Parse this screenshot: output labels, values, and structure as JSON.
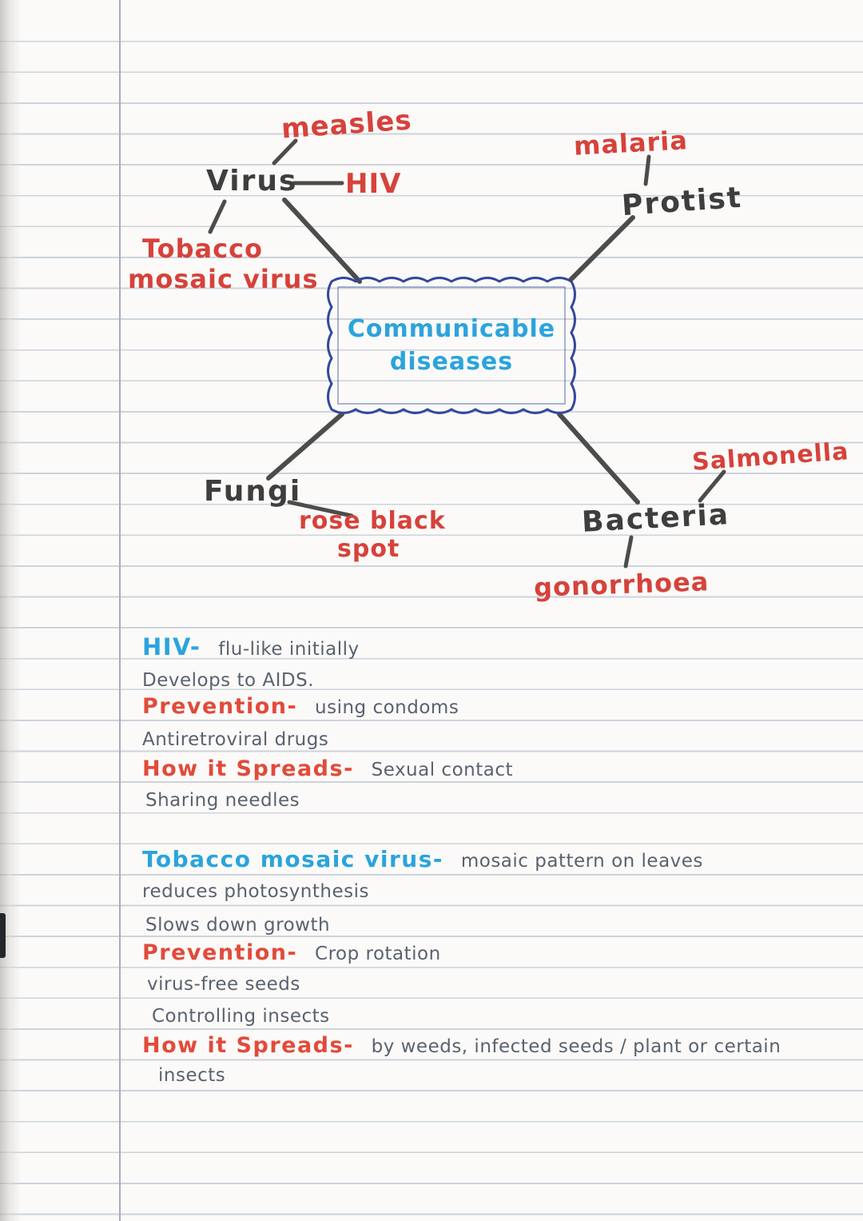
{
  "colors": {
    "marker_black": "#3f3e3e",
    "marker_red": "#d6423b",
    "marker_blue": "#2ba4dc",
    "pencil_grey": "#5a6270",
    "box_border_blue": "#33489c"
  },
  "mindmap": {
    "center": {
      "line1": "Communicable",
      "line2": "diseases"
    },
    "nodes": {
      "virus": "Virus",
      "protist": "Protist",
      "fungi": "Fungi",
      "bacteria": "Bacteria"
    },
    "examples": {
      "measles": "measles",
      "hiv": "HIV",
      "tmv_line1": "Tobacco",
      "tmv_line2": "mosaic virus",
      "malaria": "malaria",
      "rose_line1": "rose black",
      "rose_line2": "spot",
      "salmonella": "Salmonella",
      "gonorrhoea": "gonorrhoea"
    }
  },
  "notes": {
    "hiv": {
      "heading": "HIV-",
      "heading_desc": "flu-like initially",
      "line2": "Develops to AIDS.",
      "prevention_label": "Prevention-",
      "prevention_desc": "using condoms",
      "line4": "Antiretroviral drugs",
      "spread_label": "How it Spreads-",
      "spread_desc": "Sexual contact",
      "line6": "Sharing needles"
    },
    "tmv": {
      "heading": "Tobacco mosaic virus-",
      "heading_desc": "mosaic pattern on leaves",
      "line2": "reduces photosynthesis",
      "line3": "Slows down growth",
      "prevention_label": "Prevention-",
      "prevention_desc": "Crop rotation",
      "line5": "virus-free seeds",
      "line6": "Controlling insects",
      "spread_label": "How it Spreads-",
      "spread_desc": "by weeds, infected seeds / plant or certain",
      "spread_desc_cont": "insects"
    }
  }
}
